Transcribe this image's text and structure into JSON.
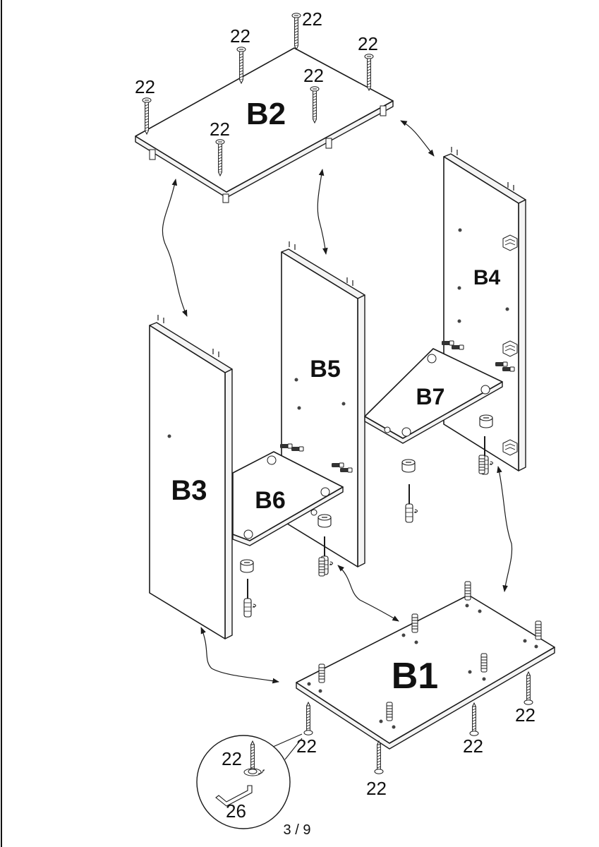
{
  "panels": {
    "b1": "B1",
    "b2": "B2",
    "b3": "B3",
    "b4": "B4",
    "b5": "B5",
    "b6": "B6",
    "b7": "B7"
  },
  "part_numbers": {
    "screw": "22",
    "tool": "26"
  },
  "page_number": "3 / 9"
}
